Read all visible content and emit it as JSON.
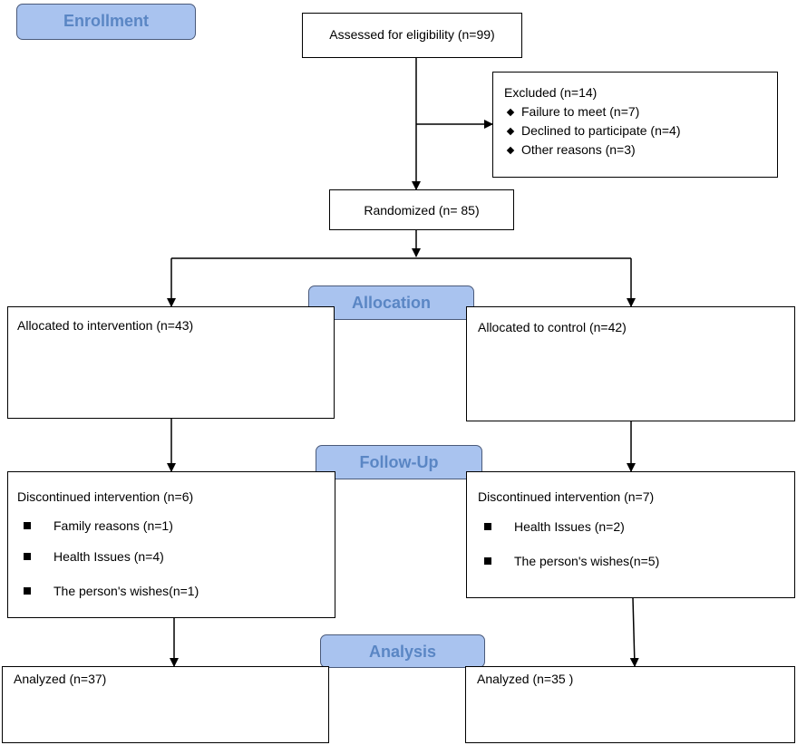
{
  "stages": {
    "enrollment": "Enrollment",
    "allocation": "Allocation",
    "follow_up": "Follow-Up",
    "analysis": "Analysis"
  },
  "assessed": "Assessed for eligibility (n=99)",
  "excluded": {
    "title": "Excluded  (n=14)",
    "reasons": [
      "Failure to meet (n=7)",
      "Declined to participate (n=4)",
      "Other reasons (n=3)"
    ]
  },
  "randomized": "Randomized (n= 85)",
  "intervention_arm": {
    "allocated": "Allocated to intervention (n=43)",
    "discontinued": {
      "title": "Discontinued intervention (n=6)",
      "reasons": [
        "Family reasons (n=1)",
        "Health Issues (n=4)",
        "The person's wishes(n=1)"
      ]
    },
    "analyzed": "Analyzed  (n=37)"
  },
  "control_arm": {
    "allocated": "Allocated to control (n=42)",
    "discontinued": {
      "title": "Discontinued intervention (n=7)",
      "reasons": [
        "Health Issues (n=2)",
        "The person's wishes(n=5)"
      ]
    },
    "analyzed": "Analyzed  (n=35 )"
  },
  "colors": {
    "stage_fill": "#a9c3ef",
    "stage_text": "#5a86c4",
    "stage_border": "#4a5a7a",
    "line": "#000000"
  }
}
